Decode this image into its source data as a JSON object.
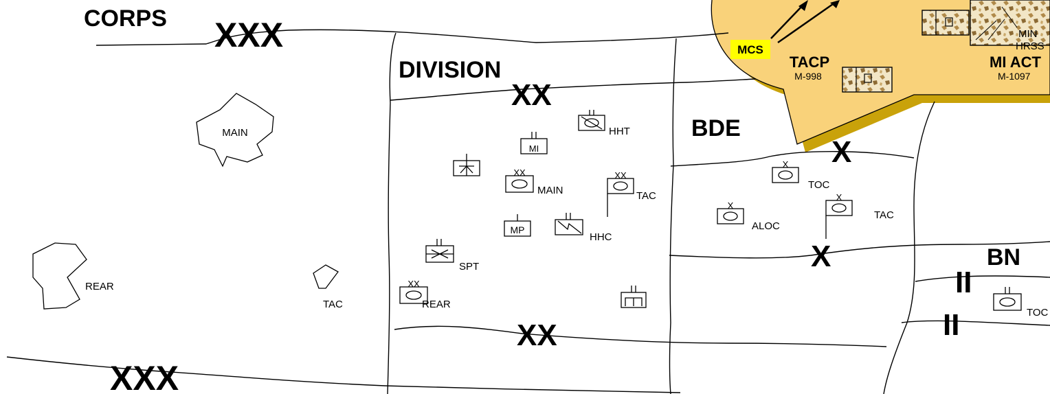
{
  "echelons": {
    "corps": "CORPS",
    "division": "DIVISION",
    "brigade": "BDE",
    "battalion": "BN"
  },
  "boundaries": {
    "corps": "XXX",
    "division": "XX",
    "brigade": "X",
    "battalion": "II"
  },
  "corps_areas": [
    "MAIN",
    "REAR",
    "TAC"
  ],
  "division_units": {
    "hht": "HHT",
    "mi": "MI",
    "main": "MAIN",
    "tac": "TAC",
    "mp": "MP",
    "hhc": "HHC",
    "spt": "SPT",
    "rear": "REAR"
  },
  "brigade_units": {
    "toc": "TOC",
    "aloc": "ALOC",
    "tac": "TAC"
  },
  "battalion_units": {
    "toc": "TOC"
  },
  "callout": {
    "mcs": "MCS",
    "tacp_title": "TACP",
    "tacp_model": "M-998",
    "mi_title": "MI ACT",
    "mi_model": "M-1097",
    "min_label": "MIN",
    "hrss_label": "HRSS",
    "fill_color": "#F9D27A",
    "shadow_color": "#C9A20A",
    "mcs_highlight": "#FFFF00"
  }
}
